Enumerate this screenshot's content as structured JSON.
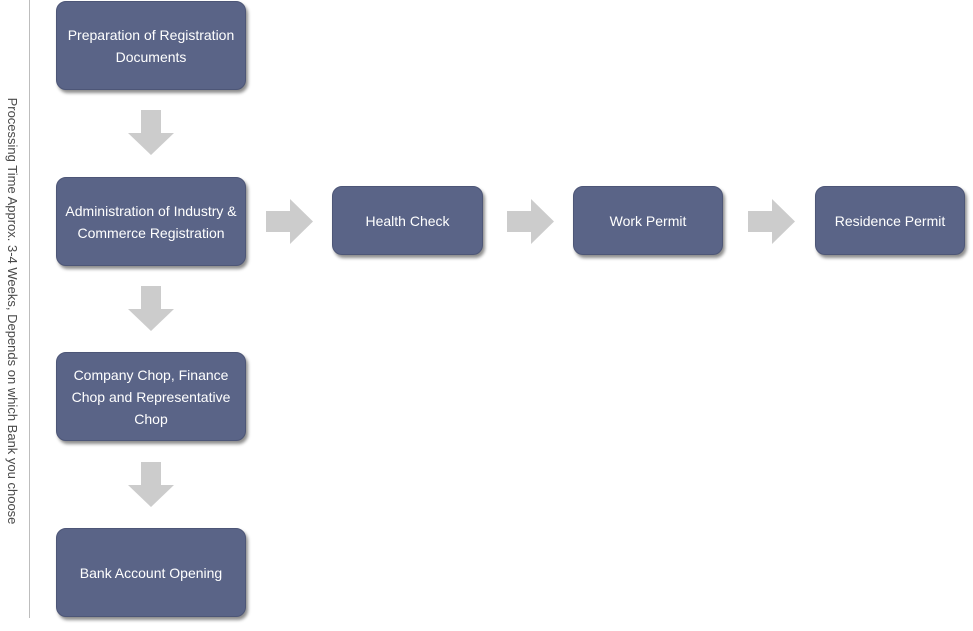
{
  "side_label": "Processing Time Approx. 3-4 Weeks, Depends on which Bank you choose",
  "colors": {
    "box_fill": "#5a6487",
    "box_text": "#ffffff",
    "arrow": "#cccccc",
    "side_line": "#bdbdbd"
  },
  "steps": {
    "preparation": "Preparation of Registration Documents",
    "administration": "Administration of Industry & Commerce Registration",
    "chops": "Company Chop, Finance Chop and Representative Chop",
    "bank": "Bank Account Opening",
    "health": "Health Check",
    "work": "Work Permit",
    "residence": "Residence Permit"
  },
  "icons": {
    "down_arrow": "arrow-down-icon",
    "right_arrow": "arrow-right-icon"
  }
}
